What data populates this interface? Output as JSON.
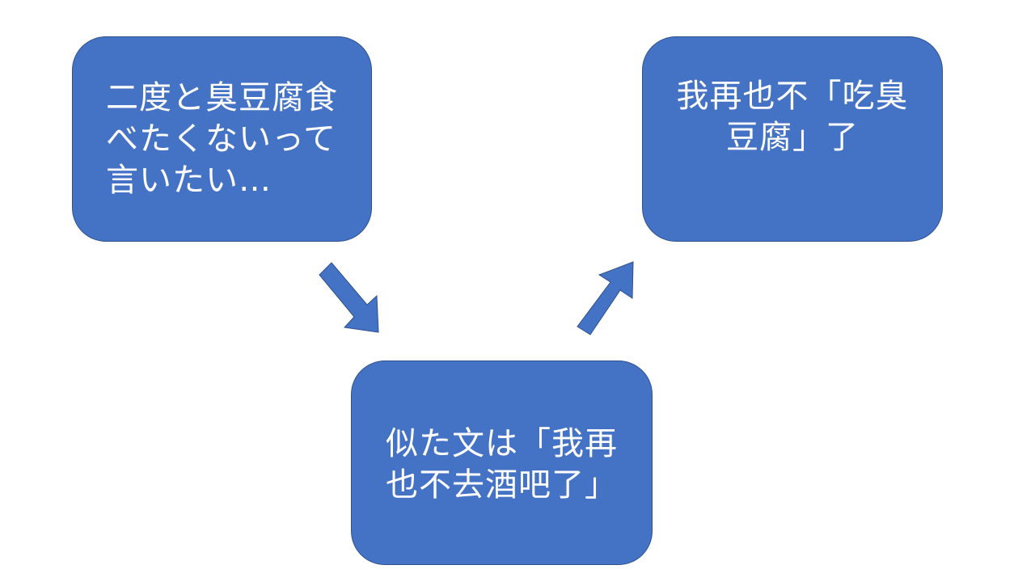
{
  "colors": {
    "box_fill": "#4472c4",
    "box_border": "#2f528f",
    "text": "#ffffff",
    "arrow_fill": "#4472c4",
    "arrow_border": "#2f528f"
  },
  "boxes": {
    "top_left": {
      "lines": [
        "二度と臭豆腐食",
        "べたくないって",
        "言いたい…"
      ]
    },
    "top_right": {
      "lines": [
        "我再也不「吃臭",
        "豆腐」了"
      ]
    },
    "bottom": {
      "lines": [
        "似た文は「我再",
        "也不去酒吧了」"
      ]
    }
  }
}
